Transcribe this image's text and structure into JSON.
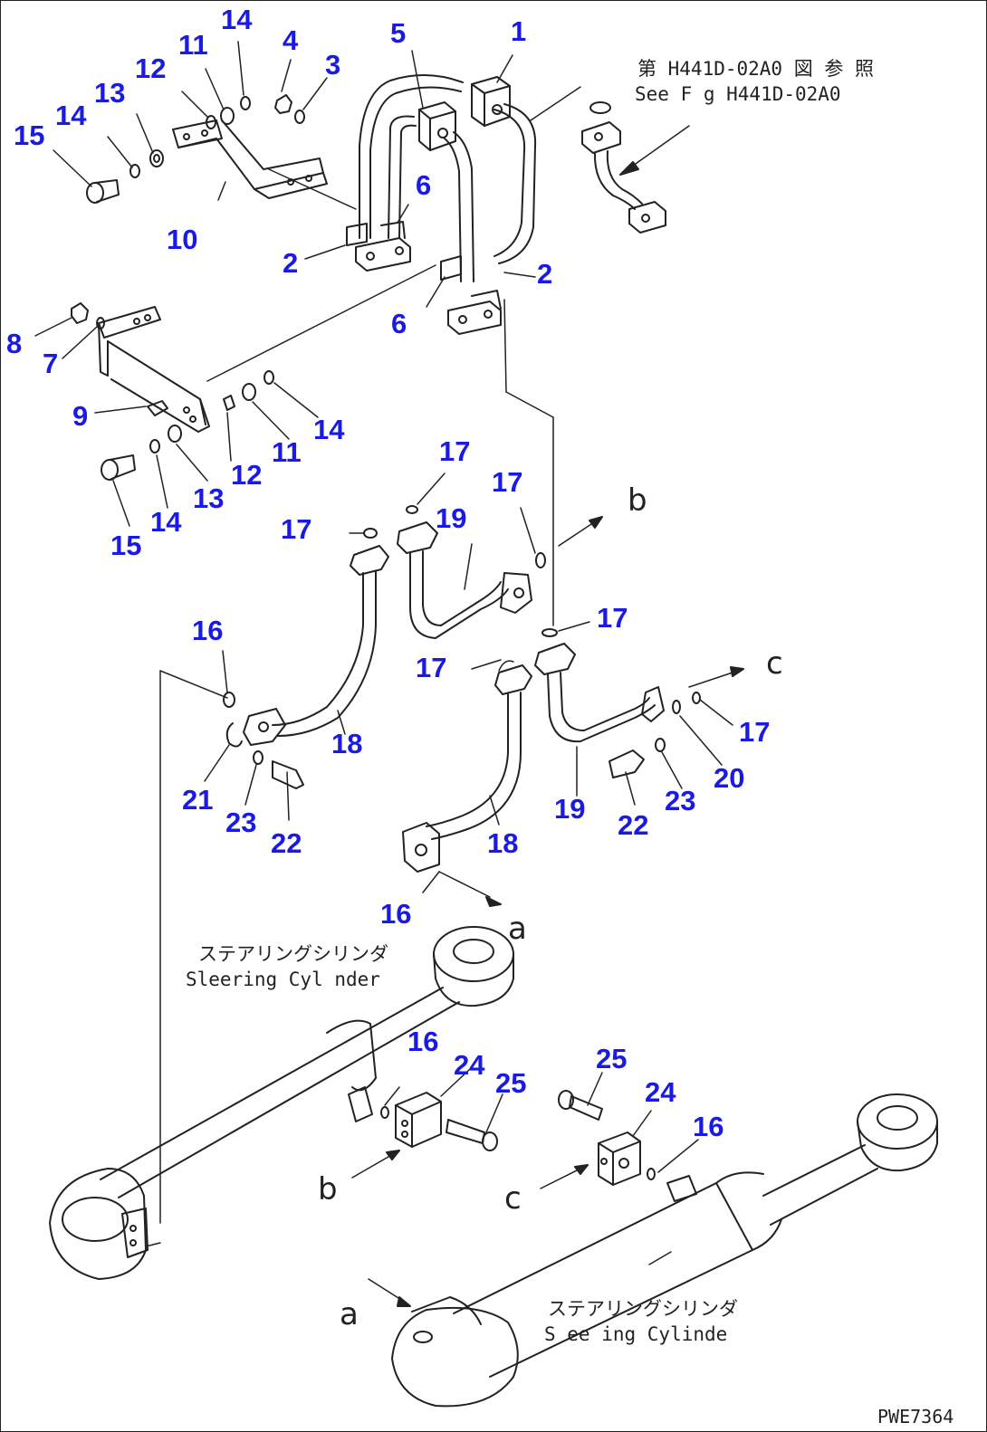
{
  "colors": {
    "callout": "#1a1ae6",
    "line": "#222222",
    "background": "#ffffff"
  },
  "callouts": [
    {
      "id": "c1",
      "text": "1"
    },
    {
      "id": "c5",
      "text": "5"
    },
    {
      "id": "c14a",
      "text": "14"
    },
    {
      "id": "c4",
      "text": "4"
    },
    {
      "id": "c3",
      "text": "3"
    },
    {
      "id": "c11a",
      "text": "11"
    },
    {
      "id": "c12a",
      "text": "12"
    },
    {
      "id": "c13a",
      "text": "13"
    },
    {
      "id": "c14b",
      "text": "14"
    },
    {
      "id": "c15a",
      "text": "15"
    },
    {
      "id": "c10",
      "text": "10"
    },
    {
      "id": "c6a",
      "text": "6"
    },
    {
      "id": "c2a",
      "text": "2"
    },
    {
      "id": "c2b",
      "text": "2"
    },
    {
      "id": "c6b",
      "text": "6"
    },
    {
      "id": "c8",
      "text": "8"
    },
    {
      "id": "c7",
      "text": "7"
    },
    {
      "id": "c9",
      "text": "9"
    },
    {
      "id": "c14c",
      "text": "14"
    },
    {
      "id": "c11b",
      "text": "11"
    },
    {
      "id": "c12b",
      "text": "12"
    },
    {
      "id": "c13b",
      "text": "13"
    },
    {
      "id": "c14d",
      "text": "14"
    },
    {
      "id": "c15b",
      "text": "15"
    },
    {
      "id": "c17a",
      "text": "17"
    },
    {
      "id": "c17b",
      "text": "17"
    },
    {
      "id": "c17c",
      "text": "17"
    },
    {
      "id": "c19a",
      "text": "19"
    },
    {
      "id": "c17d",
      "text": "17"
    },
    {
      "id": "c17e",
      "text": "17"
    },
    {
      "id": "c16a",
      "text": "16"
    },
    {
      "id": "c18a",
      "text": "18"
    },
    {
      "id": "c17f",
      "text": "17"
    },
    {
      "id": "c20",
      "text": "20"
    },
    {
      "id": "c19b",
      "text": "19"
    },
    {
      "id": "c21",
      "text": "21"
    },
    {
      "id": "c23a",
      "text": "23"
    },
    {
      "id": "c22a",
      "text": "22"
    },
    {
      "id": "c23b",
      "text": "23"
    },
    {
      "id": "c22b",
      "text": "22"
    },
    {
      "id": "c18b",
      "text": "18"
    },
    {
      "id": "c16b",
      "text": "16"
    },
    {
      "id": "c16c",
      "text": "16"
    },
    {
      "id": "c24a",
      "text": "24"
    },
    {
      "id": "c25a",
      "text": "25"
    },
    {
      "id": "c25b",
      "text": "25"
    },
    {
      "id": "c24b",
      "text": "24"
    },
    {
      "id": "c16d",
      "text": "16"
    }
  ],
  "references": {
    "fig_jp": "第 H441D-02A0 図 参 照",
    "fig_en": "See F g H441D-02A0",
    "cyl1_jp": "ステアリングシリンダ",
    "cyl1_en": "Sleering Cyl nder",
    "cyl2_jp": "ステアリングシリンダ",
    "cyl2_en": "S ee ing Cylinde"
  },
  "connection_letters": [
    {
      "id": "b1",
      "text": "b"
    },
    {
      "id": "cc1",
      "text": "c"
    },
    {
      "id": "a1",
      "text": "a"
    },
    {
      "id": "b2",
      "text": "b"
    },
    {
      "id": "cc2",
      "text": "c"
    },
    {
      "id": "a2",
      "text": "a"
    }
  ],
  "drawing_code": "PWE7364"
}
